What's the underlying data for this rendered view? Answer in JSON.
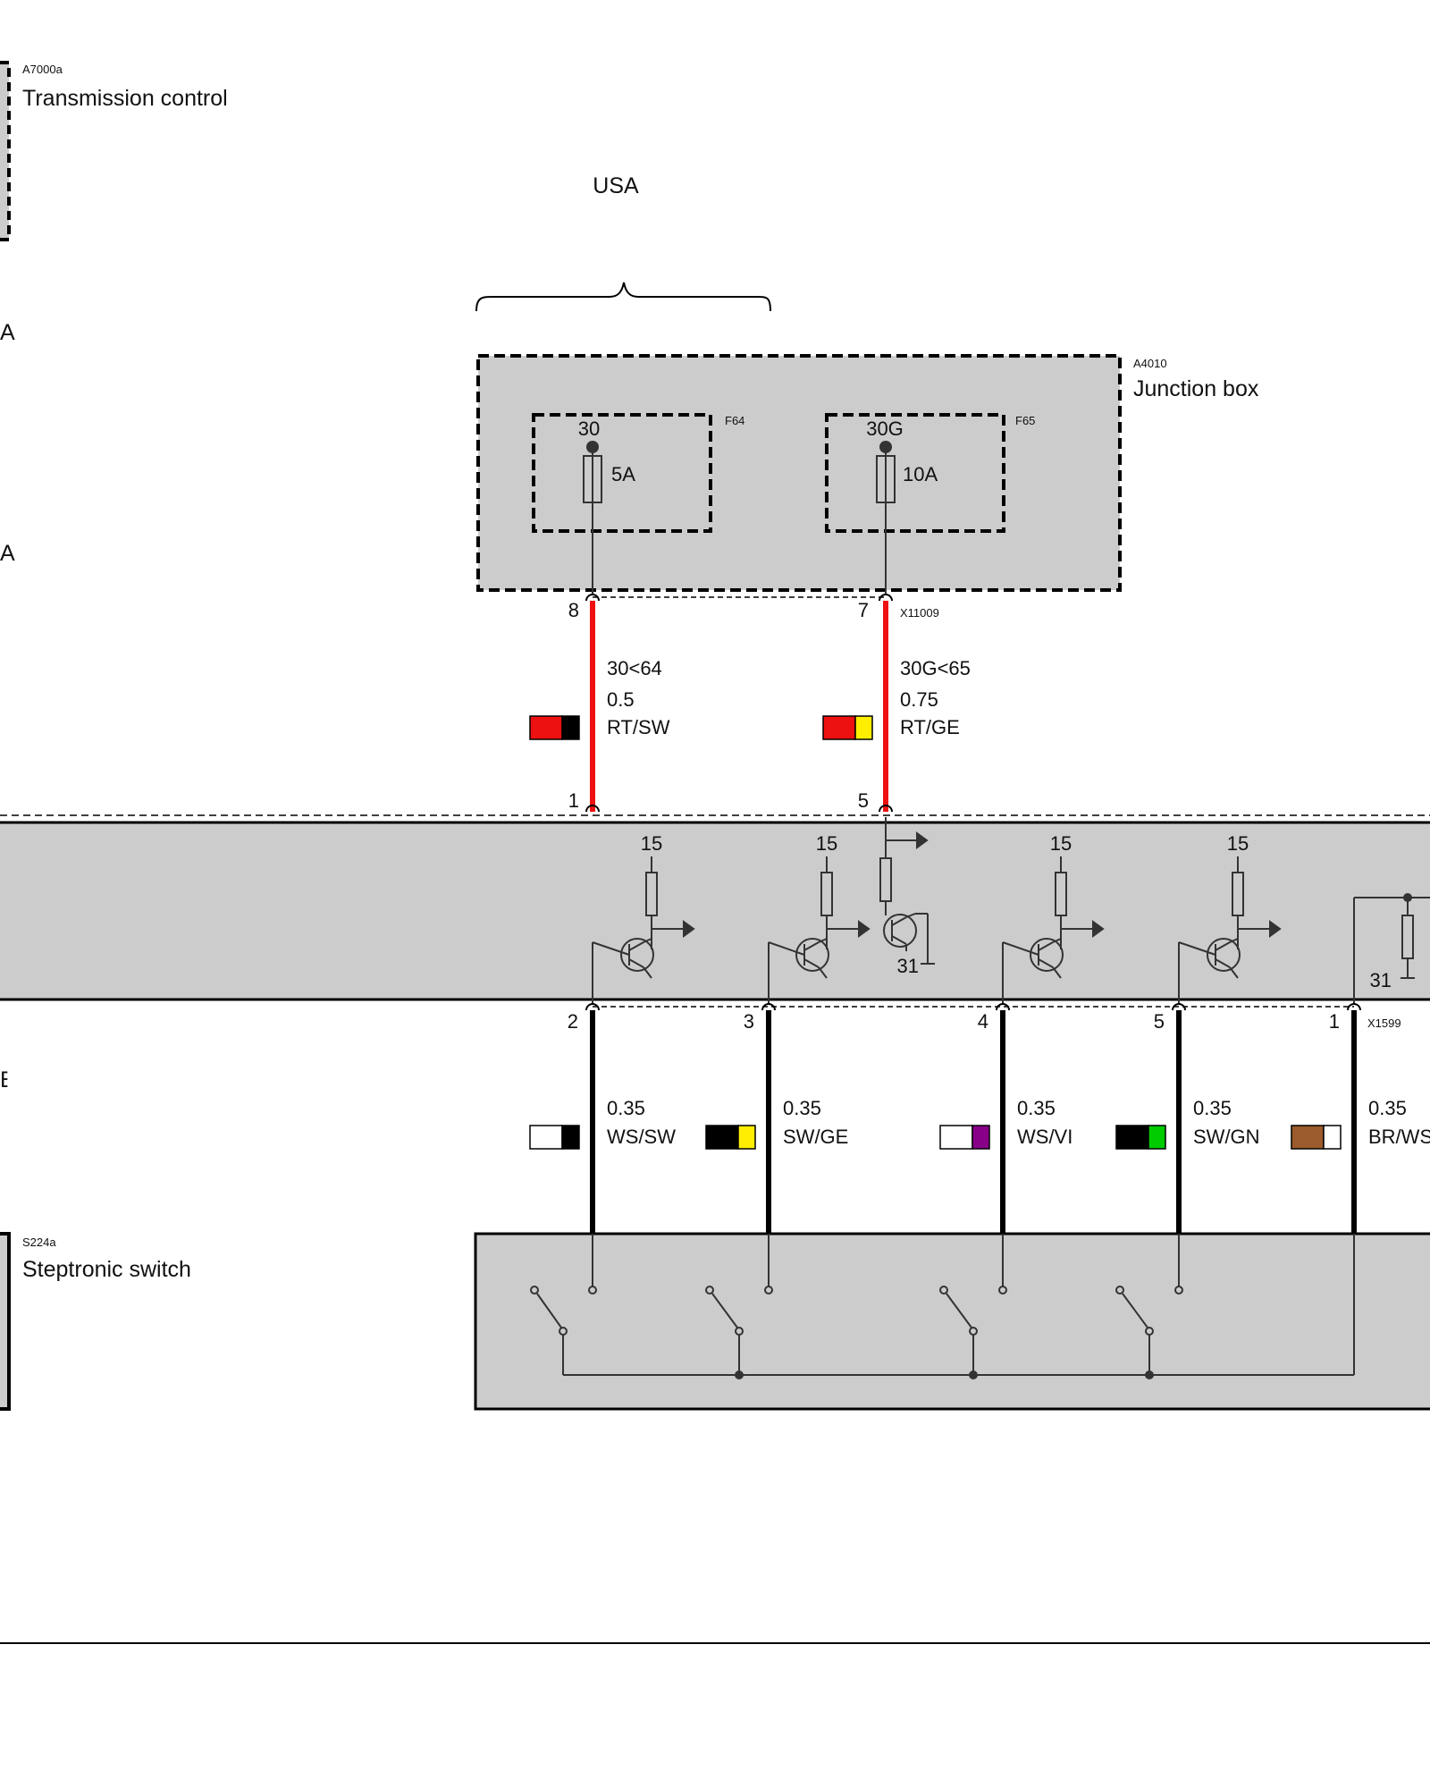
{
  "colors": {
    "box_fill": "#cccccc",
    "red_wire": "#ee1111",
    "black": "#000000",
    "yellow": "#ffee00",
    "violet": "#880088",
    "green": "#00cc00",
    "brown": "#9c5b2c",
    "white": "#ffffff"
  },
  "components": {
    "transmission": {
      "id": "A7000a",
      "name": "Transmission control"
    },
    "junction": {
      "id": "A4010",
      "name": "Junction box"
    },
    "switch": {
      "id": "S224a",
      "name": "Steptronic switch"
    },
    "fuse_f64": {
      "id": "F64",
      "terminal": "30",
      "rating": "5A"
    },
    "fuse_f65": {
      "id": "F65",
      "terminal": "30G",
      "rating": "10A"
    }
  },
  "variant_label": "USA",
  "edge_labels": {
    "a1": "A",
    "a2": "A",
    "e": "E"
  },
  "connectors": {
    "top": "X11009",
    "bottom": "X1599"
  },
  "top_wires": [
    {
      "pin_top": "8",
      "pin_bottom": "1",
      "circuit": "30<64",
      "size": "0.5",
      "color_code": "RT/SW",
      "base": "red",
      "stripe": "black"
    },
    {
      "pin_top": "7",
      "pin_bottom": "5",
      "circuit": "30G<65",
      "size": "0.75",
      "color_code": "RT/GE",
      "base": "red",
      "stripe": "yellow"
    }
  ],
  "bottom_wires": [
    {
      "pin": "2",
      "size": "0.35",
      "color_code": "WS/SW",
      "base": "white",
      "stripe": "black"
    },
    {
      "pin": "3",
      "size": "0.35",
      "color_code": "SW/GE",
      "base": "black",
      "stripe": "yellow"
    },
    {
      "pin": "4",
      "size": "0.35",
      "color_code": "WS/VI",
      "base": "white",
      "stripe": "violet"
    },
    {
      "pin": "5",
      "size": "0.35",
      "color_code": "SW/GN",
      "base": "black",
      "stripe": "green"
    },
    {
      "pin": "1",
      "size": "0.35",
      "color_code": "BR/WS",
      "base": "brown",
      "stripe": "white"
    }
  ],
  "internal": {
    "supply": [
      "15",
      "15",
      "15",
      "15"
    ],
    "ground": [
      "31",
      "31"
    ]
  }
}
